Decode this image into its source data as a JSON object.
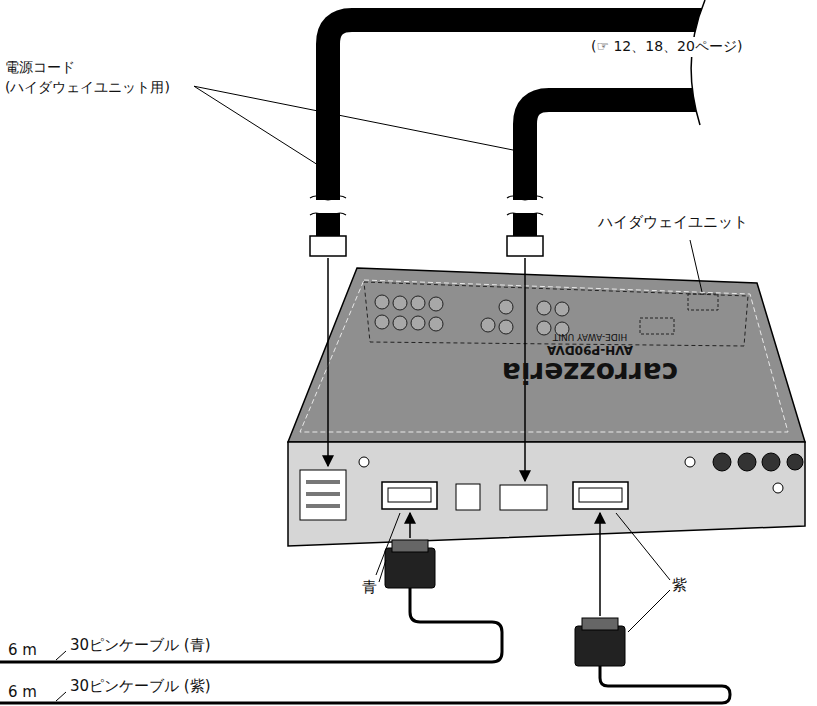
{
  "diagram": {
    "labels": [
      "電源コード (ハイダウェイユニット用)",
      "(☞ 12、18、20ページ)",
      "ハイダウェイユニット",
      "青",
      "紫",
      "6 m",
      "30ピンケーブル (青)",
      "6 m",
      "30ピンケーブル (紫)",
      "carrozzeria",
      "AVH-P90DVA",
      "HIDE-AWAY UNIT"
    ]
  }
}
